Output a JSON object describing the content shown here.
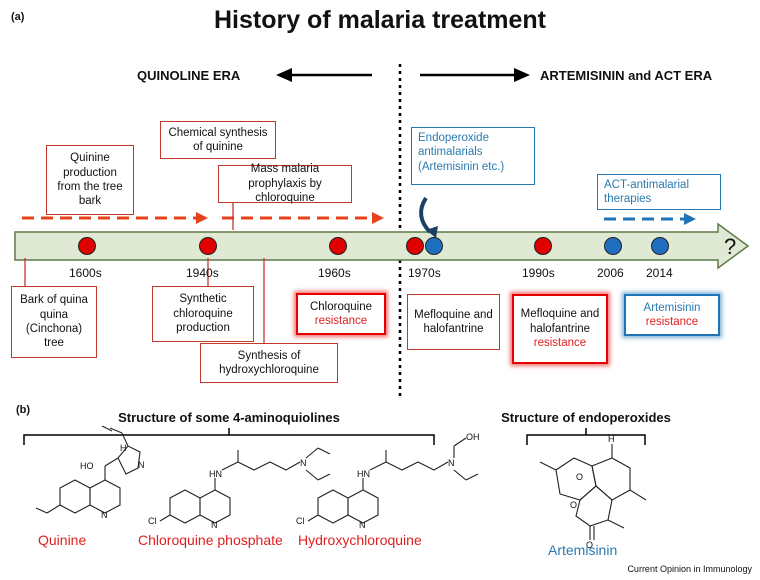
{
  "panel_a_label": "(a)",
  "panel_b_label": "(b)",
  "title": "History of malaria treatment",
  "eras": {
    "left": "QUINOLINE ERA",
    "right": "ARTEMISININ and ACT ERA"
  },
  "upper_boxes": {
    "quinine_production": "Quinine production from the tree bark",
    "chemical_synthesis": "Chemical synthesis of quinine",
    "mass_prophylaxis": "Mass malaria prophylaxis by chloroquine",
    "endoperoxide": "Endoperoxide antimalarials (Artemisinin etc.)",
    "act": "ACT-antimalarial therapies"
  },
  "years": [
    "1600s",
    "1940s",
    "1960s",
    "1970s",
    "1990s",
    "2006",
    "2014"
  ],
  "question_mark": "?",
  "lower_boxes": {
    "bark": "Bark of quina quina (Cinchona) tree",
    "synthetic_chloroquine": "Synthetic chloroquine production",
    "hydroxychloroquine": "Synthesis of hydroxychloroquine",
    "chloroquine_resistance_name": "Chloroquine",
    "chloroquine_resistance_word": "resistance",
    "mefloquine": "Mefloquine and halofantrine",
    "mefloquine_resistance_name": "Mefloquine and halofantrine",
    "mefloquine_resistance_word": "resistance",
    "artemisinin_resistance_name": "Artemisinin",
    "artemisinin_resistance_word": "resistance"
  },
  "structures": {
    "aminoquinolines_title": "Structure of some 4-aminoquiolines",
    "endoperoxides_title": "Structure of endoperoxides",
    "drugs": [
      "Quinine",
      "Chloroquine phosphate",
      "Hydroxychloroquine",
      "Artemisinin"
    ],
    "atom_labels": {
      "ho": "HO",
      "h": "H",
      "n": "N",
      "hn": "HN",
      "cl": "Cl",
      "oh": "OH",
      "o": "O"
    }
  },
  "colors": {
    "red_dot": "#e00000",
    "blue_dot": "#1f6fc0",
    "timeline_fill": "#dfe9d3",
    "timeline_border": "#5e7a46",
    "red_text": "#e02020",
    "blue_text": "#2a7ab0"
  },
  "credit": "Current Opinion in Immunology"
}
